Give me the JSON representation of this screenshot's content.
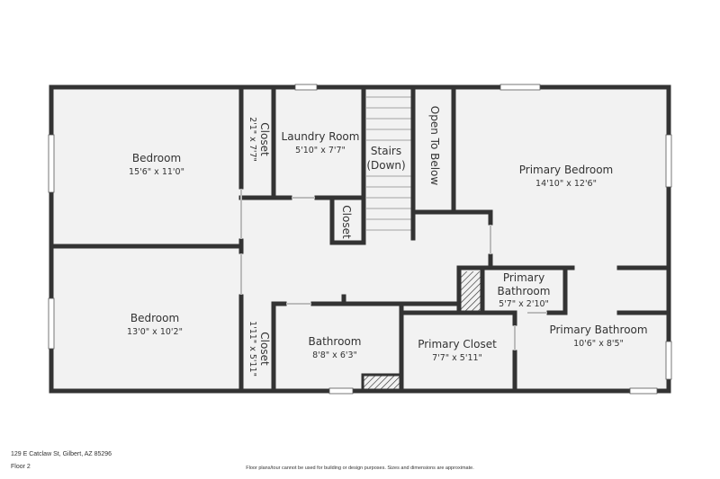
{
  "rooms": {
    "bedroom_1": {
      "name": "Bedroom",
      "dims": "15'6\" x 11'0\""
    },
    "bedroom_2": {
      "name": "Bedroom",
      "dims": "13'0\" x 10'2\""
    },
    "closet_top": {
      "name": "Closet",
      "dims": "2'1\" x 7'7\""
    },
    "closet_bottom": {
      "name": "Closet",
      "dims": "1'11\" x 5'11\""
    },
    "closet_small": {
      "name": "Closet"
    },
    "laundry": {
      "name": "Laundry Room",
      "dims": "5'10\" x 7'7\""
    },
    "stairs": {
      "line1": "Stairs",
      "line2": "(Down)"
    },
    "open_to_below": {
      "name": "Open To Below"
    },
    "primary_bedroom": {
      "name": "Primary Bedroom",
      "dims": "14'10\" x 12'6\""
    },
    "primary_bath_small": {
      "line1": "Primary",
      "line2": "Bathroom",
      "dims": "5'7\" x 2'10\""
    },
    "primary_bathroom": {
      "name": "Primary Bathroom",
      "dims": "10'6\" x 8'5\""
    },
    "bathroom": {
      "name": "Bathroom",
      "dims": "8'8\" x 6'3\""
    },
    "primary_closet": {
      "name": "Primary Closet",
      "dims": "7'7\" x 5'11\""
    }
  },
  "footer": {
    "address": "129 E Catclaw St, Gilbert, AZ 85296",
    "floor": "Floor 2",
    "disclaimer": "Floor plans/tour cannot be used for building or design purposes. Sizes and dimensions are approximate."
  },
  "colors": {
    "wall": "#333333",
    "floor": "#f2f2f2",
    "background": "#ffffff"
  }
}
